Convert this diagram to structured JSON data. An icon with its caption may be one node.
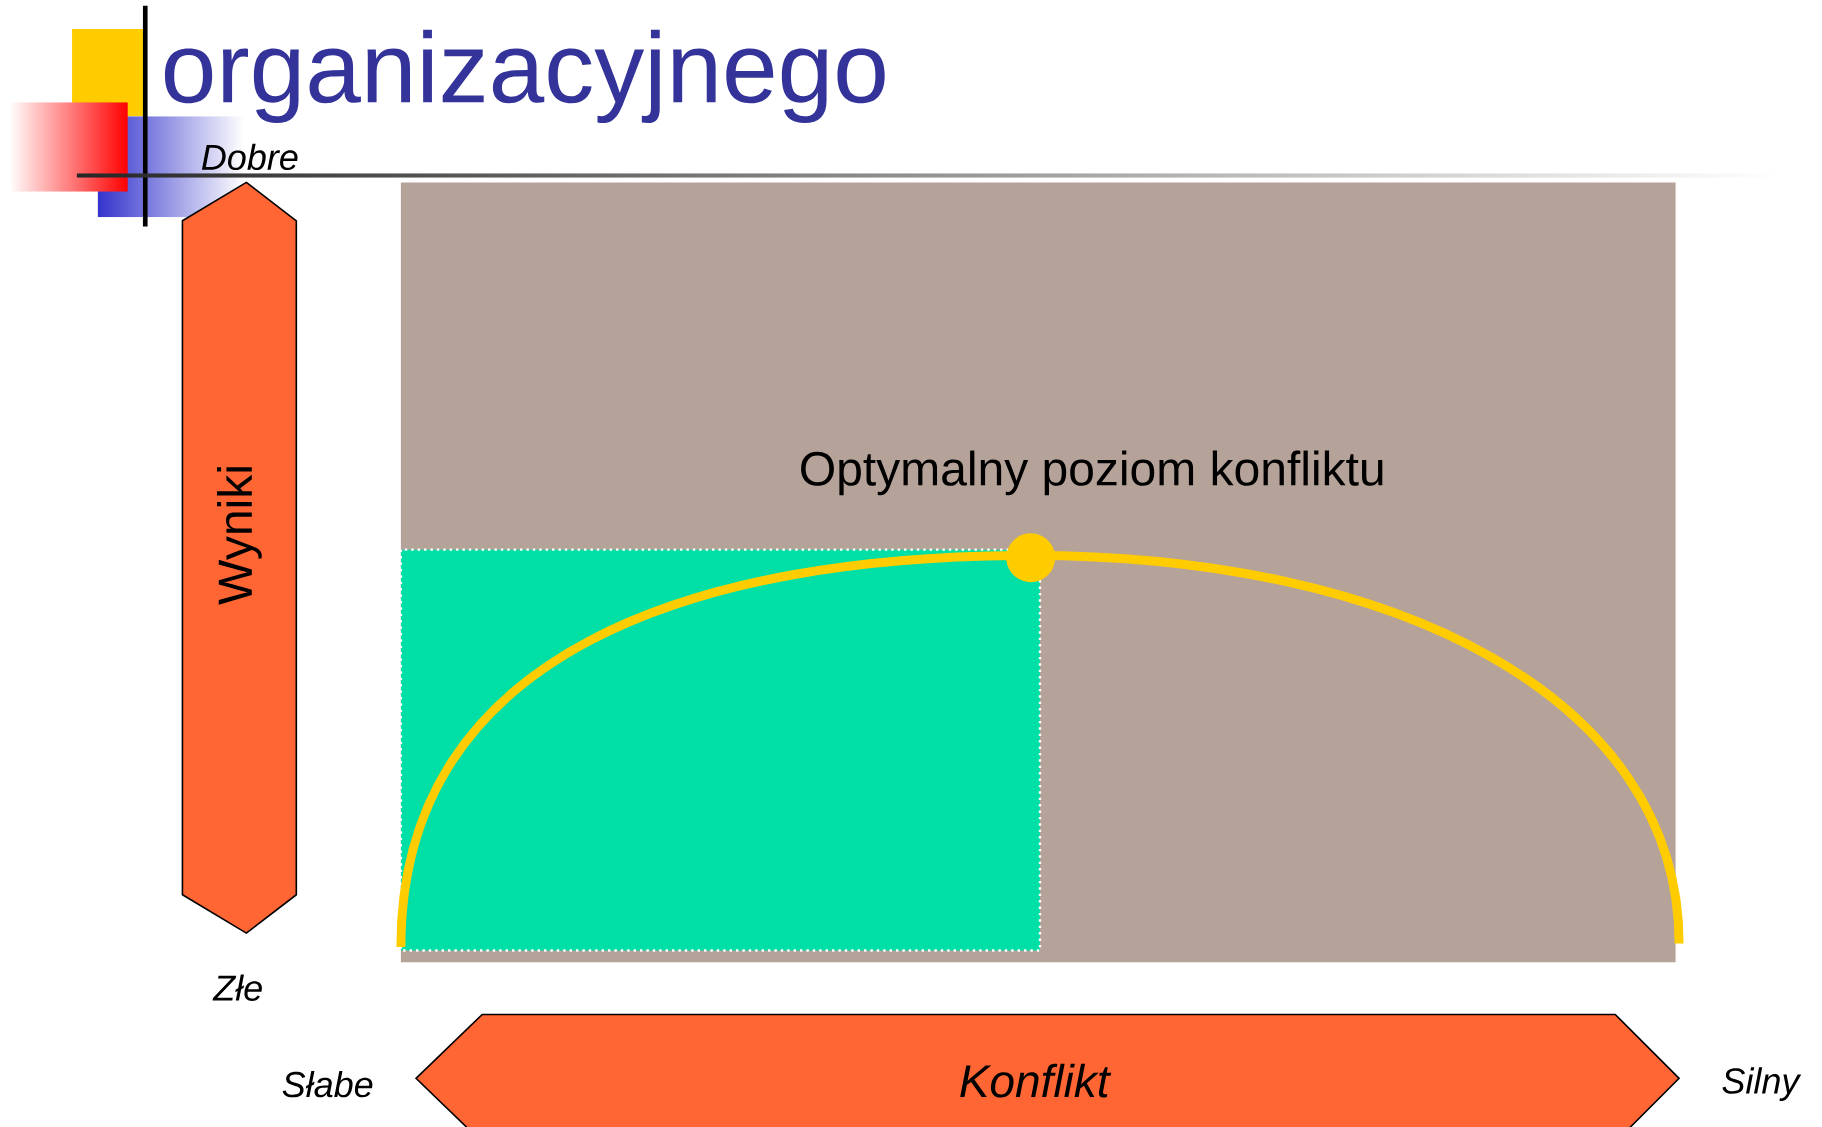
{
  "diagram": {
    "title": "organizacyjnego",
    "nodes": [
      {
        "text": [
          "Wyniki"
        ]
      },
      {
        "text": [
          "Konflikt"
        ]
      }
    ],
    "labels": [
      "Dobre",
      "Optymalny poziom konfliktu",
      "Złe",
      "Słabe",
      "Silny"
    ]
  }
}
